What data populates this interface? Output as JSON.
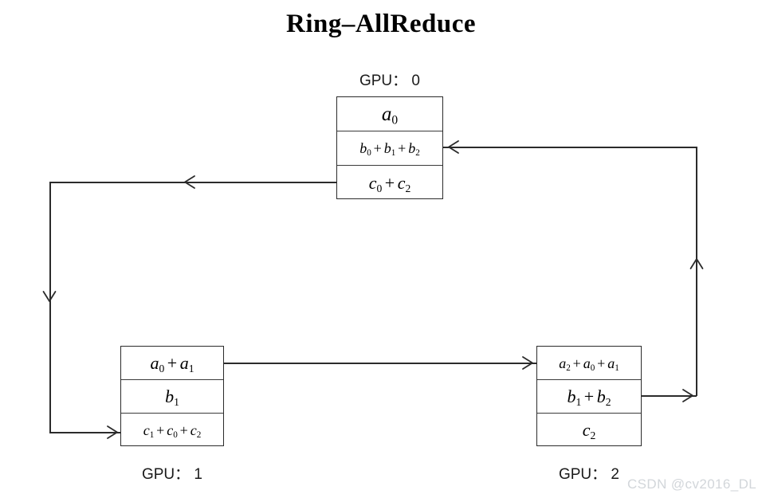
{
  "title": "Ring–AllReduce",
  "watermark": "CSDN @cv2016_DL",
  "gpus": [
    {
      "id": "gpu0",
      "label": "GPU： 0",
      "label_position": "above",
      "rows": [
        {
          "name": "row-a",
          "text": "a₀"
        },
        {
          "name": "row-b",
          "text": "b₀ + b₁ + b₂"
        },
        {
          "name": "row-c",
          "text": "c₀ + c₂"
        }
      ]
    },
    {
      "id": "gpu1",
      "label": "GPU： 1",
      "label_position": "below",
      "rows": [
        {
          "name": "row-a",
          "text": "a₀ + a₁"
        },
        {
          "name": "row-b",
          "text": "b₁"
        },
        {
          "name": "row-c",
          "text": "c₁ + c₀ + c₂"
        }
      ]
    },
    {
      "id": "gpu2",
      "label": "GPU： 2",
      "label_position": "below",
      "rows": [
        {
          "name": "row-a",
          "text": "a₂ + a₀ + a₁"
        },
        {
          "name": "row-b",
          "text": "b₁ + b₂"
        },
        {
          "name": "row-c",
          "text": "c₂"
        }
      ]
    }
  ],
  "connections": [
    {
      "name": "gpu0-to-gpu1",
      "from": "gpu0.row-c",
      "to": "gpu1.row-c",
      "direction": "left-then-down-then-right"
    },
    {
      "name": "gpu1-to-gpu2",
      "from": "gpu1.row-a",
      "to": "gpu2.row-a",
      "direction": "right"
    },
    {
      "name": "gpu2-to-gpu0",
      "from": "gpu2.row-b",
      "to": "gpu0.row-b",
      "direction": "right-then-up-then-left"
    }
  ],
  "colors": {
    "stroke": "#2b2b2b",
    "text": "#000000",
    "watermark": "#d2d6da",
    "background": "#ffffff"
  }
}
